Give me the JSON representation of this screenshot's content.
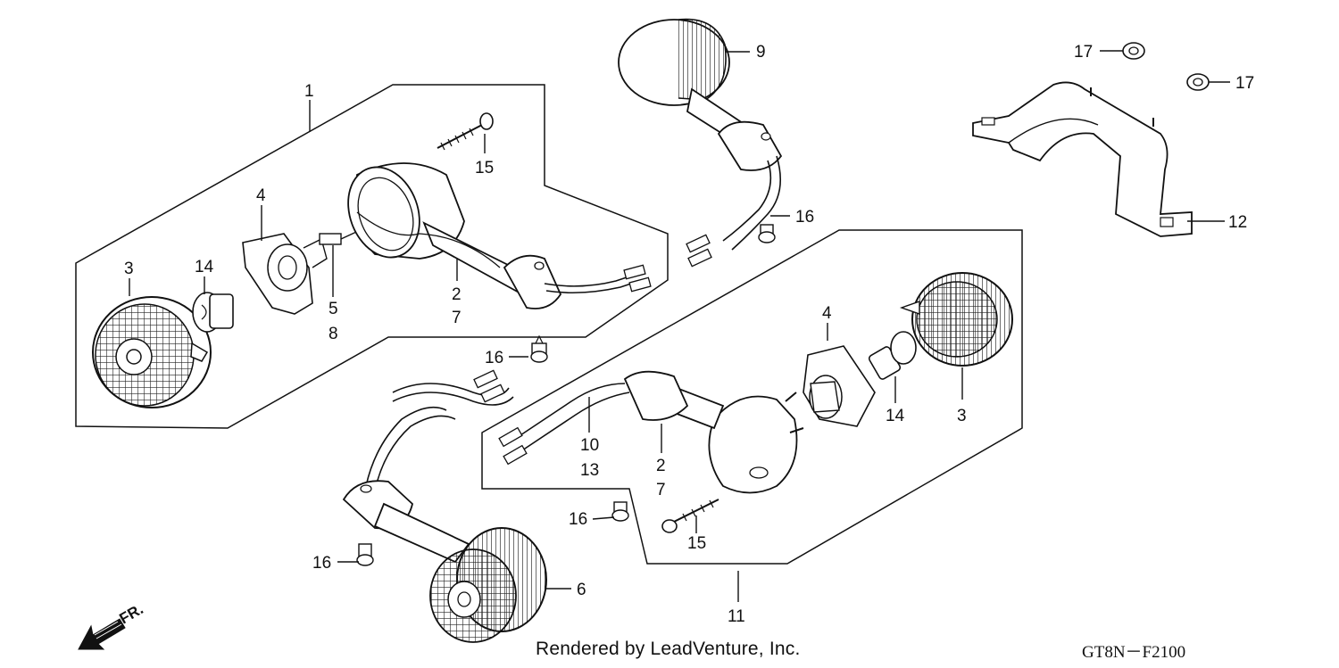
{
  "labels": {
    "l1": "1",
    "l2a": "2",
    "l7a": "7",
    "l3a": "3",
    "l14a": "14",
    "l4a": "4",
    "l5": "5",
    "l8": "8",
    "l15a": "15",
    "l16a": "16",
    "l9": "9",
    "l16b": "16",
    "l17a": "17",
    "l17b": "17",
    "l12": "12",
    "l4b": "4",
    "l14b": "14",
    "l3b": "3",
    "l10": "10",
    "l13": "13",
    "l2b": "2",
    "l7b": "7",
    "l16c": "16",
    "l15b": "15",
    "l16d": "16",
    "l6": "6",
    "l11": "11"
  },
  "front_arrow": "FR.",
  "credit": "Rendered by LeadVenture, Inc.",
  "diagram_code": "GT8N－F2100",
  "colors": {
    "ink": "#111111",
    "fill": "#ffffff",
    "lens_pattern": "#222222"
  }
}
